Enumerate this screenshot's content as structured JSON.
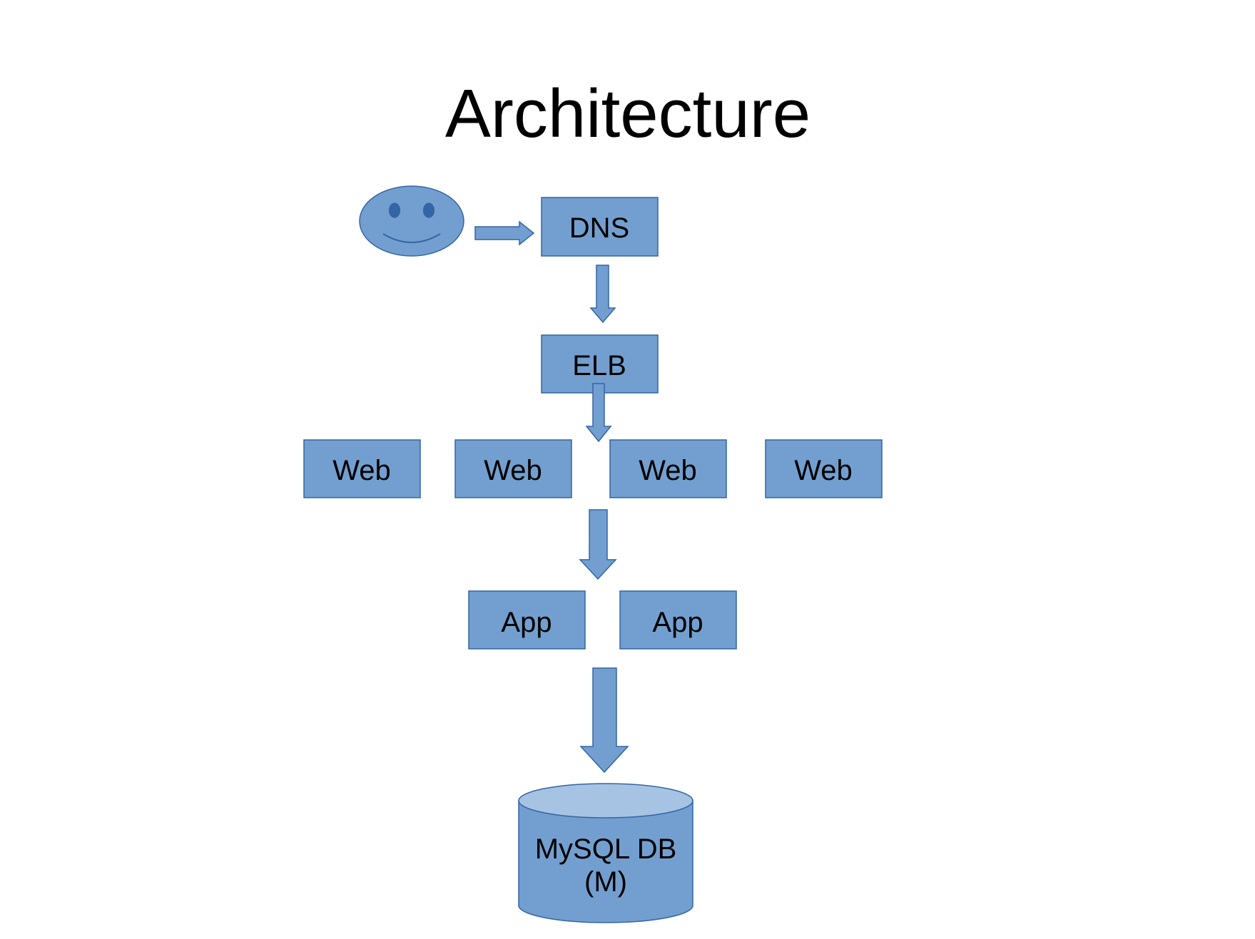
{
  "title": "Architecture",
  "colors": {
    "fill": "#729fcf",
    "stroke": "#3465a4",
    "db_top": "#a6c3e3",
    "text": "#000000"
  },
  "nodes": {
    "user": {
      "icon": "smiley-face-icon"
    },
    "dns": {
      "label": "DNS"
    },
    "elb": {
      "label": "ELB"
    },
    "web": [
      {
        "label": "Web"
      },
      {
        "label": "Web"
      },
      {
        "label": "Web"
      },
      {
        "label": "Web"
      }
    ],
    "app": [
      {
        "label": "App"
      },
      {
        "label": "App"
      }
    ],
    "db": {
      "line1": "MySQL DB",
      "line2": "(M)"
    }
  },
  "edges": [
    {
      "from": "user",
      "to": "dns"
    },
    {
      "from": "dns",
      "to": "elb"
    },
    {
      "from": "elb",
      "to": "web"
    },
    {
      "from": "web",
      "to": "app"
    },
    {
      "from": "app",
      "to": "db"
    }
  ]
}
